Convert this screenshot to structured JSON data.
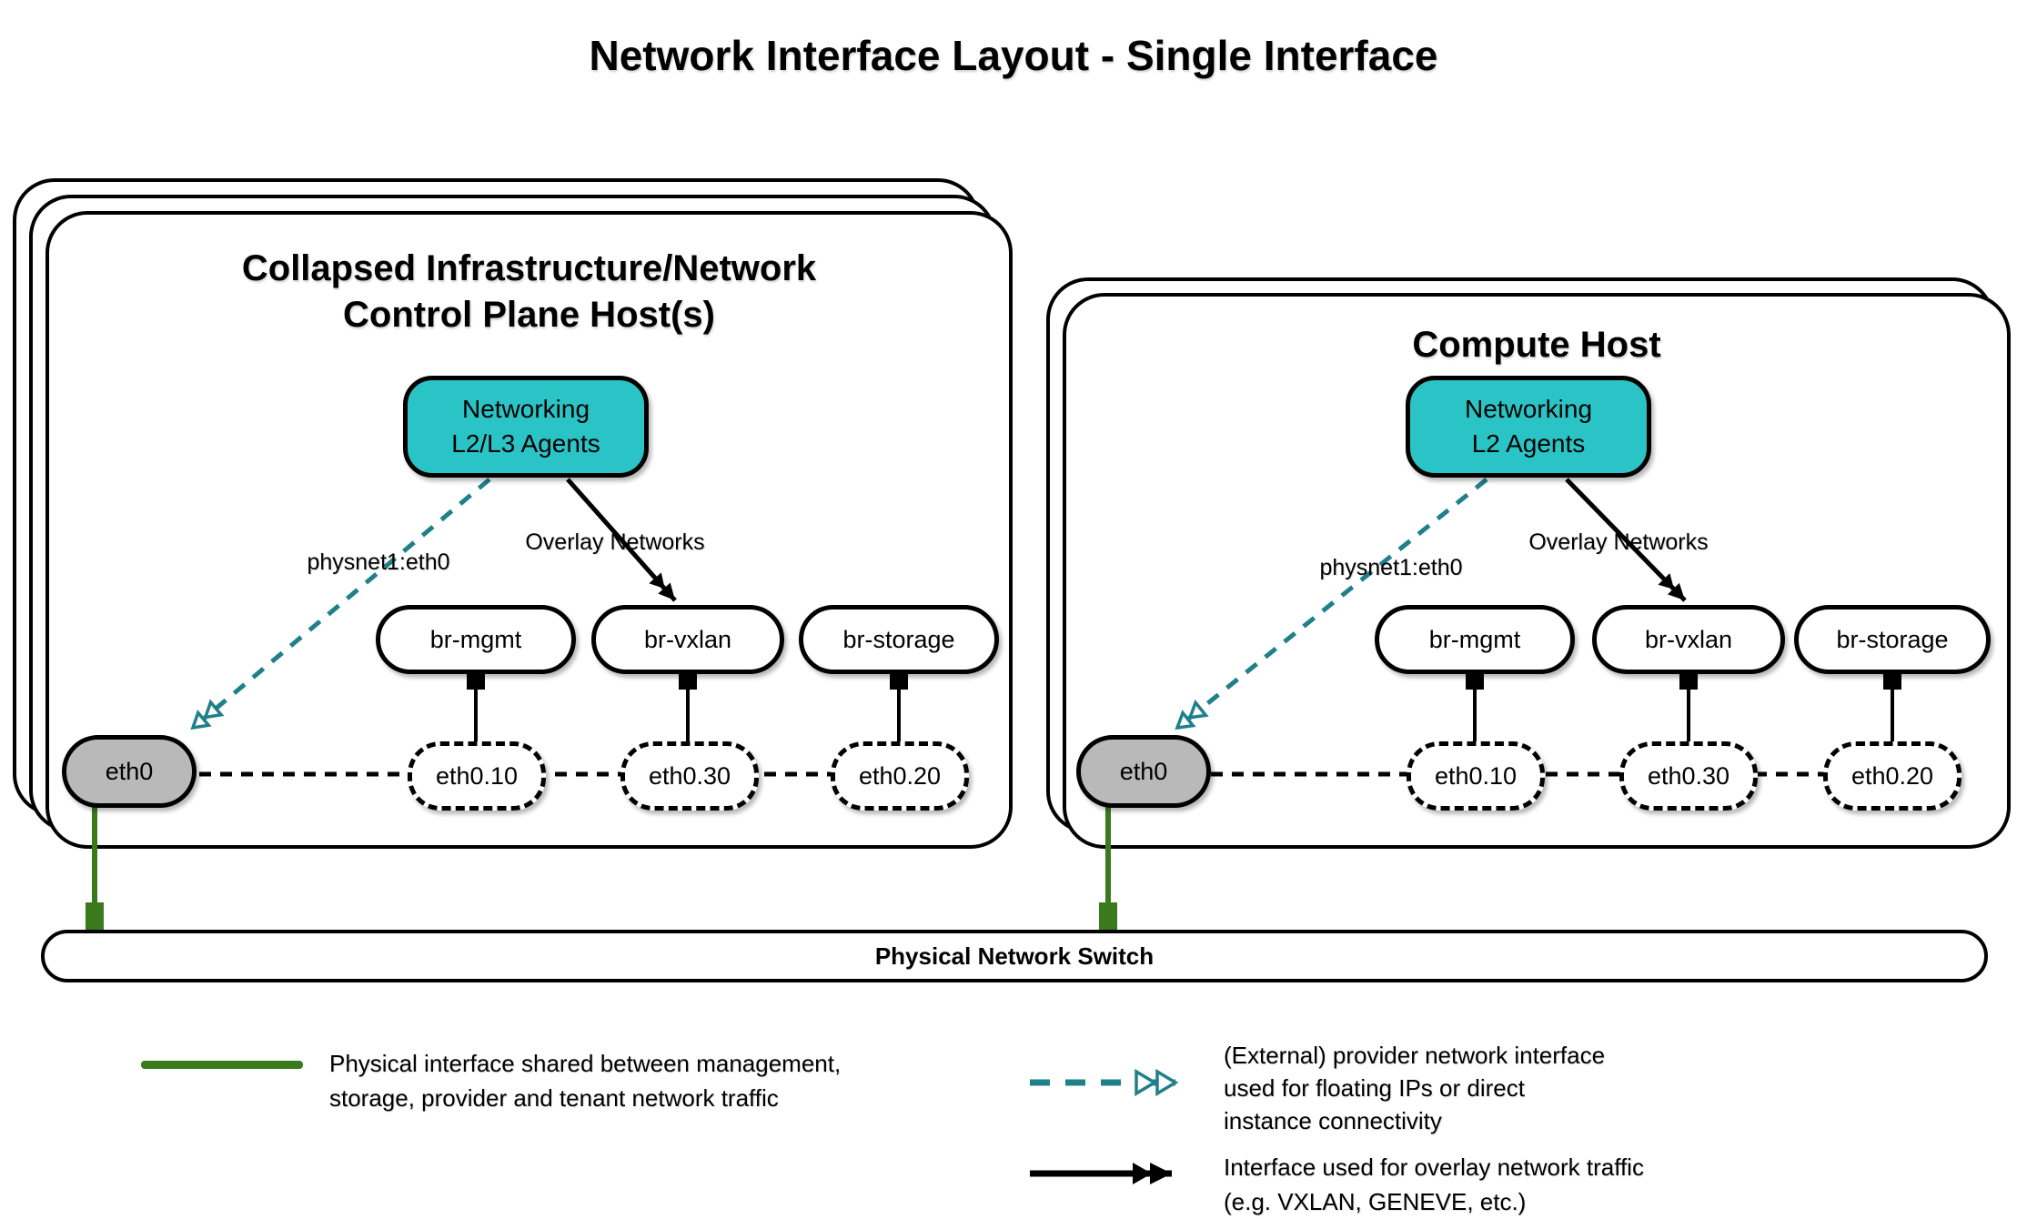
{
  "title": "Network Interface Layout - Single Interface",
  "hosts": [
    {
      "title_lines": [
        "Collapsed Infrastructure/Network",
        "Control Plane Host(s)"
      ],
      "agent_lines": [
        "Networking",
        "L2/L3 Agents"
      ],
      "provider_label": "physnet1:eth0",
      "overlay_label": "Overlay Networks",
      "bridges": [
        "br-mgmt",
        "br-vxlan",
        "br-storage"
      ],
      "vlans": [
        "eth0.10",
        "eth0.30",
        "eth0.20"
      ],
      "phys_if": "eth0"
    },
    {
      "title_lines": [
        "Compute Host"
      ],
      "agent_lines": [
        "Networking",
        "L2 Agents"
      ],
      "provider_label": "physnet1:eth0",
      "overlay_label": "Overlay Networks",
      "bridges": [
        "br-mgmt",
        "br-vxlan",
        "br-storage"
      ],
      "vlans": [
        "eth0.10",
        "eth0.30",
        "eth0.20"
      ],
      "phys_if": "eth0"
    }
  ],
  "switch_label": "Physical Network Switch",
  "legend": {
    "physical": {
      "lines": [
        "Physical interface shared between management,",
        "storage, provider and tenant network traffic"
      ]
    },
    "provider": {
      "lines": [
        "(External) provider network interface",
        "used for floating IPs or direct",
        "instance connectivity"
      ]
    },
    "overlay": {
      "lines": [
        "Interface used for overlay network traffic",
        "(e.g. VXLAN, GENEVE, etc.)"
      ]
    }
  },
  "colors": {
    "agent_fill": "#2bc4c6",
    "provider_arrow": "#1f808a",
    "physical_line": "#3a7a1d",
    "phys_if_fill": "#b9b9b9"
  }
}
